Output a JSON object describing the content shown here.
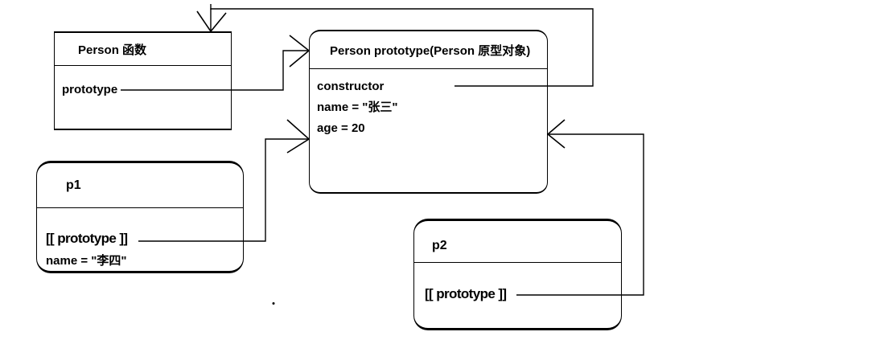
{
  "diagram": {
    "background_color": "#ffffff",
    "line_color": "#000000",
    "boxes": {
      "person_function": {
        "title": "Person 函数",
        "members": [
          "prototype"
        ]
      },
      "person_prototype": {
        "title": "Person prototype(Person 原型对象)",
        "members": [
          "constructor",
          "name = \"张三\"",
          "age = 20"
        ]
      },
      "p1": {
        "title": "p1",
        "members": [
          "[[ prototype ]]",
          "name = \"李四\""
        ]
      },
      "p2": {
        "title": "p2",
        "members": [
          "[[ prototype ]]"
        ]
      }
    },
    "connections": [
      {
        "from": "Person 函数.prototype",
        "to": "Person prototype(Person 原型对象)",
        "arrow_enters": "left edge"
      },
      {
        "from": "Person prototype.constructor",
        "to": "Person 函数",
        "arrow_enters": "top edge"
      },
      {
        "from": "p1.[[ prototype ]]",
        "to": "Person prototype(Person 原型对象)",
        "arrow_enters": "left edge"
      },
      {
        "from": "p2.[[ prototype ]]",
        "to": "Person prototype(Person 原型对象)",
        "arrow_enters": "right edge"
      }
    ]
  }
}
